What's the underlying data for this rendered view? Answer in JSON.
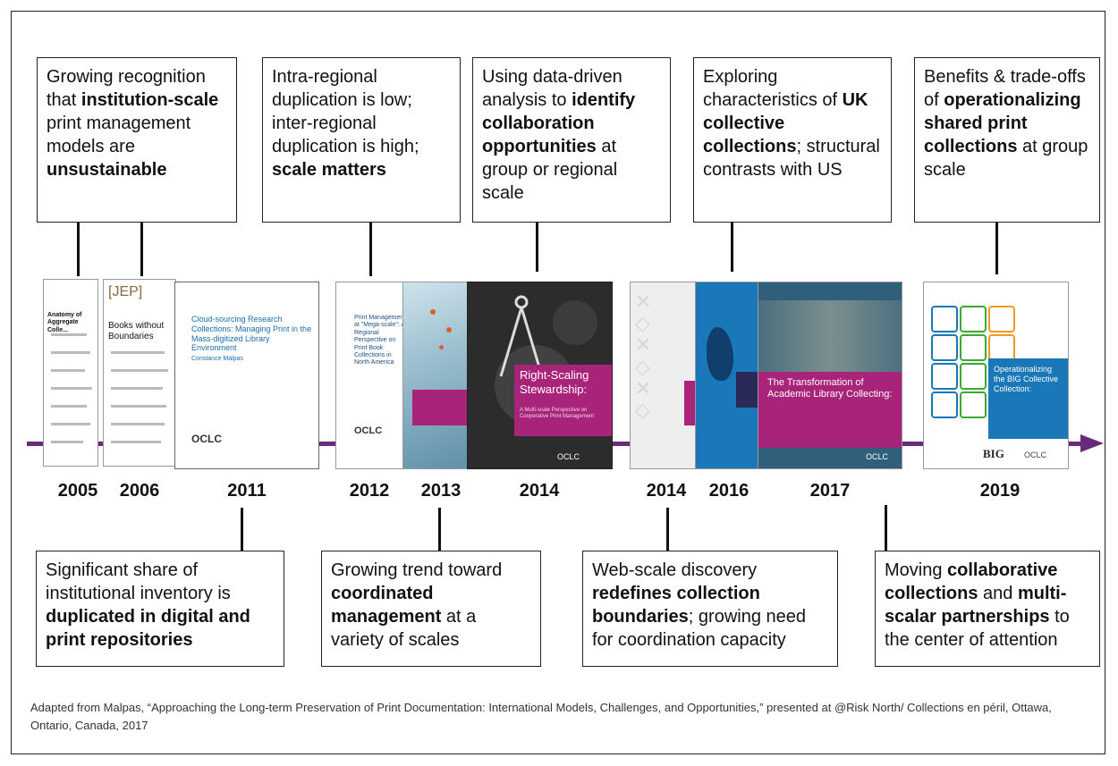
{
  "top_boxes": [
    {
      "parts": [
        {
          "text": "Growing recognition that ",
          "bold": false
        },
        {
          "text": "institution-scale",
          "bold": true
        },
        {
          "text": " print management models are ",
          "bold": false
        },
        {
          "text": "unsustainable",
          "bold": true
        }
      ]
    },
    {
      "parts": [
        {
          "text": "Intra-regional duplication is low; inter-regional duplication is high; ",
          "bold": false
        },
        {
          "text": "scale matters",
          "bold": true
        }
      ]
    },
    {
      "parts": [
        {
          "text": "Using data-driven analysis to ",
          "bold": false
        },
        {
          "text": "identify collaboration opportunities",
          "bold": true
        },
        {
          "text": " at group or regional scale",
          "bold": false
        }
      ]
    },
    {
      "parts": [
        {
          "text": "Exploring characteristics of ",
          "bold": false
        },
        {
          "text": "UK collective collections",
          "bold": true
        },
        {
          "text": "; structural contrasts with US",
          "bold": false
        }
      ]
    },
    {
      "parts": [
        {
          "text": "Benefits & trade-offs of ",
          "bold": false
        },
        {
          "text": "operationalizing shared print collections",
          "bold": true
        },
        {
          "text": " at group scale",
          "bold": false
        }
      ]
    }
  ],
  "bottom_boxes": [
    {
      "parts": [
        {
          "text": "Significant share of institutional inventory is ",
          "bold": false
        },
        {
          "text": "duplicated in digital and print repositories",
          "bold": true
        }
      ]
    },
    {
      "parts": [
        {
          "text": "Growing trend toward ",
          "bold": false
        },
        {
          "text": "coordinated management",
          "bold": true
        },
        {
          "text": " at a variety of scales",
          "bold": false
        }
      ]
    },
    {
      "parts": [
        {
          "text": "Web-scale discovery ",
          "bold": false
        },
        {
          "text": "redefines collection boundaries",
          "bold": true
        },
        {
          "text": "; growing need for coordination capacity",
          "bold": false
        }
      ]
    },
    {
      "parts": [
        {
          "text": "Moving ",
          "bold": false
        },
        {
          "text": "collaborative collections",
          "bold": true
        },
        {
          "text": " and ",
          "bold": false
        },
        {
          "text": "multi-scalar partnerships",
          "bold": true
        },
        {
          "text": " to the center of attention",
          "bold": false
        }
      ]
    }
  ],
  "years": [
    "2005",
    "2006",
    "2011",
    "2012",
    "2013",
    "2014",
    "2014",
    "2016",
    "2017",
    "2019"
  ],
  "covers": {
    "c2005": {
      "title": "Anatomy of Aggregate Colle..."
    },
    "c2006": {
      "logo": "[JEP]",
      "title": "Books without Boundaries"
    },
    "c2011": {
      "title": "Cloud-sourcing Research Collections: Managing Print in the Mass-digitized Library Environment",
      "author": "Constance Malpas",
      "logo": "OCLC"
    },
    "c2012": {
      "title": "Print Management at \"Mega-scale\": A Regional Perspective on Print Book Collections in North America",
      "logo": "OCLC"
    },
    "c2014a": {
      "title": "Right-Scaling Stewardship:",
      "subtitle": "A Multi-scale Perspective on Cooperative Print Management",
      "logo": "OCLC"
    },
    "c2017": {
      "title": "The Transformation of Academic Library Collecting:",
      "logo": "OCLC"
    },
    "c2019": {
      "title": "Operationalizing the BIG Collective Collection:",
      "logo1": "BIG",
      "logo2": "OCLC"
    }
  },
  "colors": {
    "timeline": "#6a2a7b",
    "magenta": "#a8237a",
    "teal": "#1a78b8",
    "dark": "#2a2a2a"
  },
  "caption": "Adapted from Malpas, “Approaching the Long-term  Preservation of Print Documentation:  International Models, Challenges, and Opportunities,” presented at @Risk North/ Collections en péril, Ottawa, Ontario, Canada, 2017"
}
